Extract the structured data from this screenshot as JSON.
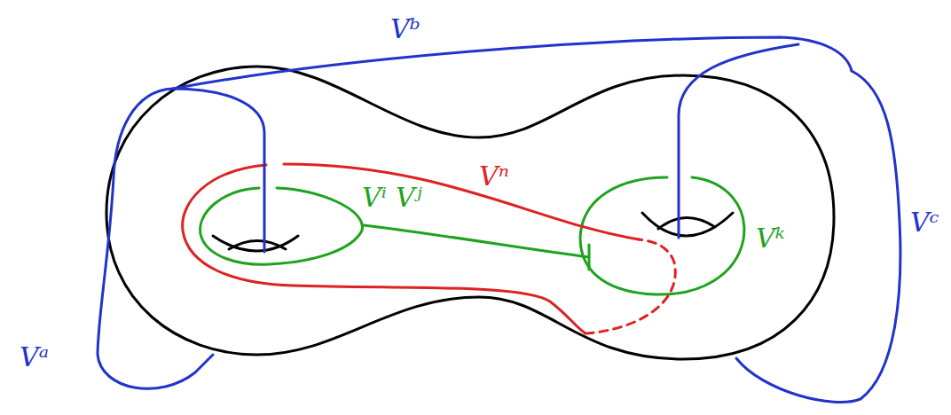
{
  "diagram": {
    "labels": [
      "Vᵇ",
      "Vⁱ",
      "Vʲ",
      "Vⁿ",
      "Vᵏ",
      "Vᶜ",
      "Vᵃ"
    ]
  }
}
